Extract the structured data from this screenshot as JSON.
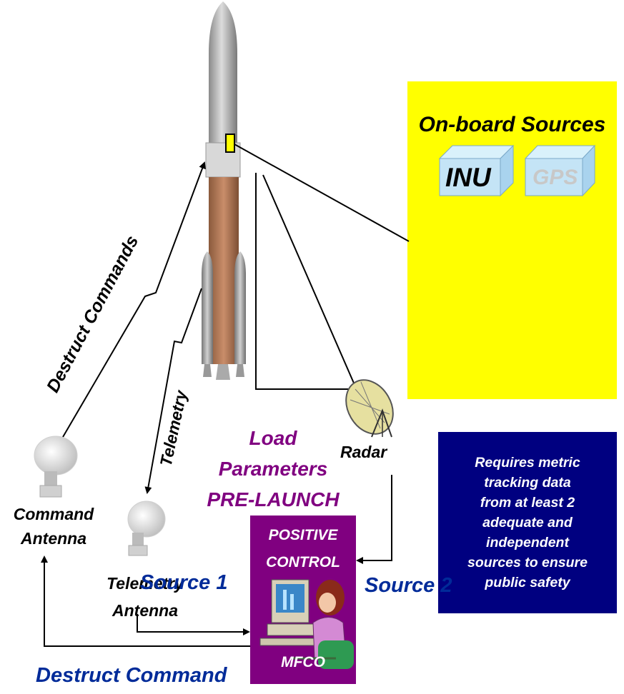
{
  "onboard": {
    "title": "On-board Sources",
    "inu_label": "INU",
    "gps_label": "GPS"
  },
  "labels": {
    "destruct_commands": "Destruct Commands",
    "telemetry": "Telemetry",
    "command_antenna_line1": "Command",
    "command_antenna_line2": "Antenna",
    "telemetry_antenna_line1": "Telemetry",
    "telemetry_antenna_line2": "Antenna",
    "load_line1": "Load",
    "load_line2": "Parameters",
    "load_line3": "PRE-LAUNCH",
    "radar": "Radar",
    "source1": "Source 1",
    "source2": "Source 2",
    "destruct_command": "Destruct Command"
  },
  "mfco_box": {
    "positive": "POSITIVE",
    "control": "CONTROL",
    "mfco": "MFCO"
  },
  "info_box": {
    "text": "Requires metric\ntracking data\nfrom at least 2\nadequate and\nindependent\nsources to ensure\npublic safety"
  },
  "colors": {
    "panel_yellow": "#ffff00",
    "info_navy": "#000080",
    "mfco_purple": "#800080",
    "label_navy": "#002b99",
    "label_purple": "#800080"
  }
}
